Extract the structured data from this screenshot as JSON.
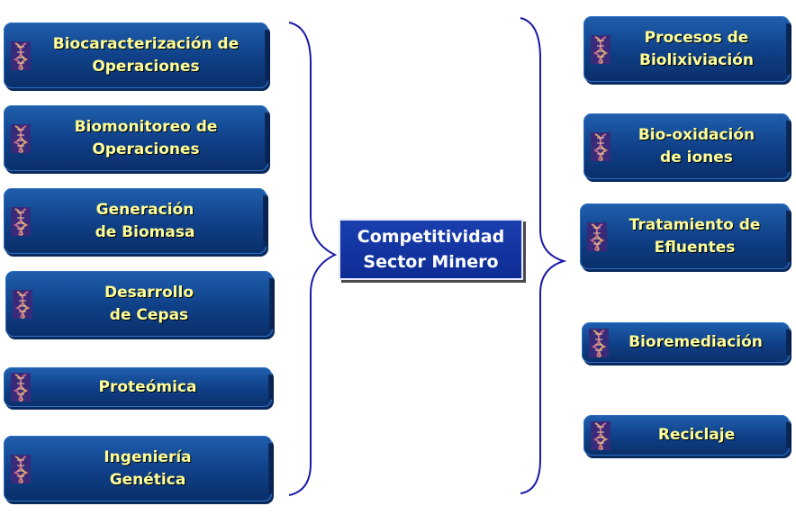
{
  "center": {
    "label": "Competitividad\nSector Minero"
  },
  "left_items": [
    {
      "label": "Biocaracterización  de\nOperaciones"
    },
    {
      "label": "Biomonitoreo  de\nOperaciones"
    },
    {
      "label": "Generación\nde Biomasa"
    },
    {
      "label": "Desarrollo\nde Cepas"
    },
    {
      "label": "Proteómica"
    },
    {
      "label": "Ingeniería\nGenética"
    }
  ],
  "right_items": [
    {
      "label": "Procesos de\nBiolixiviación"
    },
    {
      "label": "Bio-oxidación\nde iones"
    },
    {
      "label": "Tratamiento de\nEfluentes"
    },
    {
      "label": "Bioremediación"
    },
    {
      "label": "Reciclaje"
    }
  ],
  "icon": "dna-helix-icon",
  "colors": {
    "box": "#0f3f86",
    "box_text": "#ffff99",
    "center_box": "#1a3fae",
    "center_text": "#ffffff",
    "bracket": "#1a1aa8"
  }
}
